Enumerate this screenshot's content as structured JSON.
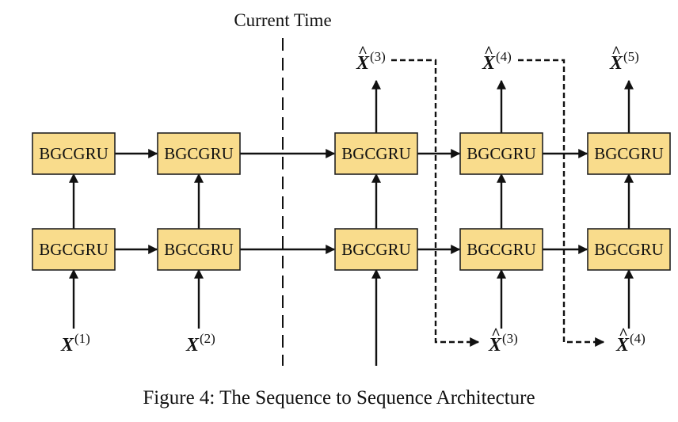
{
  "divider_label": "Current Time",
  "cell_label": "BGCGRU",
  "caption": "Figure 4: The Sequence to Sequence Architecture",
  "inputs": [
    {
      "symbol": "X",
      "hat": "",
      "sup": "(1)"
    },
    {
      "symbol": "X",
      "hat": "",
      "sup": "(2)"
    },
    {
      "symbol": "X",
      "hat": "^",
      "sup": "(3)"
    },
    {
      "symbol": "X",
      "hat": "^",
      "sup": "(4)"
    }
  ],
  "outputs": [
    {
      "symbol": "X",
      "hat": "^",
      "sup": "(3)"
    },
    {
      "symbol": "X",
      "hat": "^",
      "sup": "(4)"
    },
    {
      "symbol": "X",
      "hat": "^",
      "sup": "(5)"
    }
  ]
}
